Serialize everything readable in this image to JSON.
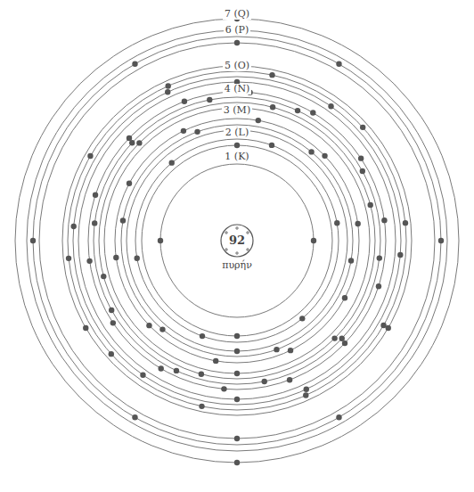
{
  "diagram": {
    "nodes": [
      {
        "text": [
          "92",
          "πυρήν"
        ]
      }
    ],
    "labels": [
      "7 (Q)",
      "6 (P)",
      "5 (O)",
      "4 (N)",
      "3 (M)",
      "2 (L)",
      "1 (K)"
    ]
  }
}
